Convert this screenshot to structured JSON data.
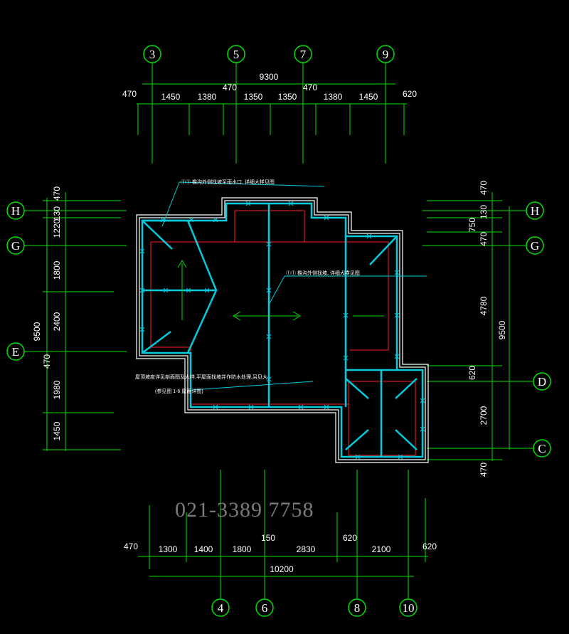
{
  "colors": {
    "background": "#000000",
    "axis": "#00e000",
    "wall": "#ffffff",
    "roof_edge": "#00ccdd",
    "ridge": "#ff2020",
    "text": "#ffffff",
    "watermark": "#9a9a9a"
  },
  "axes": {
    "top": [
      "3",
      "5",
      "7",
      "9"
    ],
    "bottom": [
      "4",
      "6",
      "8",
      "10"
    ],
    "left": [
      "H",
      "G",
      "E"
    ],
    "right": [
      "H",
      "G",
      "D",
      "C"
    ]
  },
  "dims": {
    "top_total": "9300",
    "top_segments": [
      "470",
      "1450",
      "1380",
      "470",
      "1350",
      "1350",
      "470",
      "1380",
      "1450",
      "620"
    ],
    "bottom_total": "10200",
    "bottom_segments": [
      "470",
      "1300",
      "1400",
      "1800",
      "150",
      "2830",
      "620",
      "2100",
      "620"
    ],
    "left_total": "9500",
    "left_segments": [
      "470",
      "130",
      "1220",
      "1800",
      "2400",
      "470",
      "1980",
      "1450"
    ],
    "right_total": "9500",
    "right_segments": [
      "470",
      "130",
      "750",
      "470",
      "4780",
      "620",
      "2700",
      "470"
    ]
  },
  "notes": {
    "note1": "①① 檐沟外侧找坡至雨水口, 详细大样见图",
    "note2": "①① 檐沟外侧找坡, 详细大样见图",
    "note3": "屋顶坡度详见剖面图及大样,平屋面找坡并作防水处理,另见大",
    "note4": "(参见图 1-6 屋面详图)"
  },
  "watermark": "021-3389 7758"
}
